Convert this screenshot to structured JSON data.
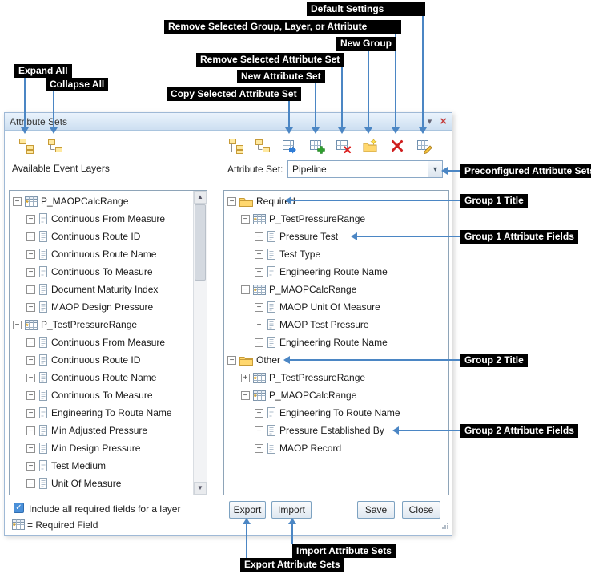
{
  "colors": {
    "arrow": "#4b86c4",
    "callout_bg": "#000000",
    "callout_text": "#ffffff",
    "titlebar": "#cddff1",
    "close_x": "#c43b3b",
    "checkbox": "#4a90d9",
    "folder_yellow": "#ffd76e"
  },
  "callouts": {
    "default_settings": "Default Settings",
    "remove_group": "Remove Selected Group, Layer, or Attribute",
    "new_group": "New Group",
    "remove_attribute_set": "Remove Selected Attribute Set",
    "expand_all": "Expand All",
    "new_attribute_set": "New Attribute Set",
    "collapse_all": "Collapse All",
    "copy_attribute_set": "Copy Selected Attribute Set",
    "preconfigured": "Preconfigured Attribute Sets",
    "group1_title": "Group 1 Title",
    "group1_fields": "Group 1 Attribute Fields",
    "group2_title": "Group 2 Title",
    "group2_fields": "Group 2 Attribute Fields",
    "import_sets": "Import Attribute Sets",
    "export_sets": "Export Attribute Sets"
  },
  "dialog": {
    "title": "Attribute Sets",
    "toolbar": {
      "buttons": [
        "expand-all",
        "collapse-all",
        "expand-all",
        "collapse-all",
        "copy-selected-attribute-set",
        "new-attribute-set",
        "remove-selected-attribute-set",
        "new-group",
        "remove-selected-group-layer-or-attribute",
        "default-settings"
      ]
    },
    "left_panel": {
      "heading": "Available Event Layers",
      "tree": [
        {
          "label": "P_MAOPCalcRange",
          "level": 0,
          "toggle": "minus",
          "icon": "layer"
        },
        {
          "label": "Continuous From Measure",
          "level": 1,
          "toggle": "minus",
          "icon": "field"
        },
        {
          "label": "Continuous Route ID",
          "level": 1,
          "toggle": "minus",
          "icon": "field"
        },
        {
          "label": "Continuous Route Name",
          "level": 1,
          "toggle": "minus",
          "icon": "field"
        },
        {
          "label": "Continuous To Measure",
          "level": 1,
          "toggle": "minus",
          "icon": "field"
        },
        {
          "label": "Document Maturity Index",
          "level": 1,
          "toggle": "minus",
          "icon": "field"
        },
        {
          "label": "MAOP Design Pressure",
          "level": 1,
          "toggle": "minus",
          "icon": "field"
        },
        {
          "label": "P_TestPressureRange",
          "level": 0,
          "toggle": "minus",
          "icon": "layer"
        },
        {
          "label": "Continuous From Measure",
          "level": 1,
          "toggle": "minus",
          "icon": "field"
        },
        {
          "label": "Continuous Route ID",
          "level": 1,
          "toggle": "minus",
          "icon": "field"
        },
        {
          "label": "Continuous Route Name",
          "level": 1,
          "toggle": "minus",
          "icon": "field"
        },
        {
          "label": "Continuous To Measure",
          "level": 1,
          "toggle": "minus",
          "icon": "field"
        },
        {
          "label": "Engineering To Route Name",
          "level": 1,
          "toggle": "minus",
          "icon": "field"
        },
        {
          "label": "Min Adjusted Pressure",
          "level": 1,
          "toggle": "minus",
          "icon": "field"
        },
        {
          "label": "Min Design Pressure",
          "level": 1,
          "toggle": "minus",
          "icon": "field"
        },
        {
          "label": "Test Medium",
          "level": 1,
          "toggle": "minus",
          "icon": "field"
        },
        {
          "label": "Unit Of Measure",
          "level": 1,
          "toggle": "minus",
          "icon": "field"
        }
      ]
    },
    "right_panel": {
      "heading": "Attribute Set:",
      "dropdown_value": "Pipeline",
      "tree": [
        {
          "label": "Required",
          "level": 0,
          "toggle": "minus",
          "icon": "folder"
        },
        {
          "label": "P_TestPressureRange",
          "level": 1,
          "toggle": "minus",
          "icon": "layer"
        },
        {
          "label": "Pressure Test",
          "level": 2,
          "toggle": "minus",
          "icon": "field"
        },
        {
          "label": "Test Type",
          "level": 2,
          "toggle": "minus",
          "icon": "field"
        },
        {
          "label": "Engineering Route Name",
          "level": 2,
          "toggle": "minus",
          "icon": "field"
        },
        {
          "label": "P_MAOPCalcRange",
          "level": 1,
          "toggle": "minus",
          "icon": "layer"
        },
        {
          "label": "MAOP Unit Of Measure",
          "level": 2,
          "toggle": "minus",
          "icon": "field"
        },
        {
          "label": "MAOP Test Pressure",
          "level": 2,
          "toggle": "minus",
          "icon": "field"
        },
        {
          "label": "Engineering Route Name",
          "level": 2,
          "toggle": "minus",
          "icon": "field"
        },
        {
          "label": "Other",
          "level": 0,
          "toggle": "minus",
          "icon": "folder"
        },
        {
          "label": "P_TestPressureRange",
          "level": 1,
          "toggle": "plus",
          "icon": "layer"
        },
        {
          "label": "P_MAOPCalcRange",
          "level": 1,
          "toggle": "minus",
          "icon": "layer"
        },
        {
          "label": "Engineering To Route Name",
          "level": 2,
          "toggle": "minus",
          "icon": "field"
        },
        {
          "label": "Pressure Established By",
          "level": 2,
          "toggle": "minus",
          "icon": "field"
        },
        {
          "label": "MAOP Record",
          "level": 2,
          "toggle": "minus",
          "icon": "field"
        }
      ]
    },
    "footer": {
      "checkbox_label": "Include all required fields for a layer",
      "legend_label": "= Required Field",
      "buttons": {
        "export": "Export",
        "import": "Import",
        "save": "Save",
        "close": "Close"
      }
    }
  }
}
